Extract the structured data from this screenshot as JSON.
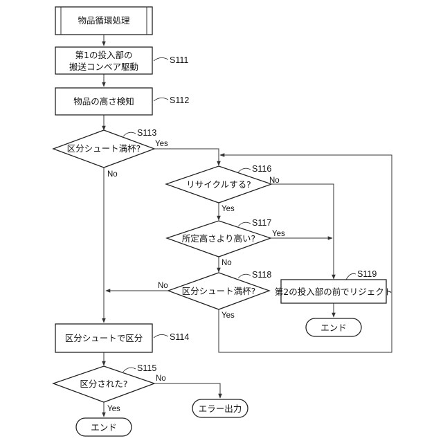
{
  "nodes": {
    "start": {
      "text": "物品循環処理"
    },
    "s111": {
      "line1": "第1の投入部の",
      "line2": "搬送コンベア駆動",
      "step": "S111"
    },
    "s112": {
      "text": "物品の高さ検知",
      "step": "S112"
    },
    "s113": {
      "text": "区分シュート満杯?",
      "step": "S113"
    },
    "s116": {
      "text": "リサイクルする?",
      "step": "S116"
    },
    "s117": {
      "text": "所定高さより高い?",
      "step": "S117"
    },
    "s118": {
      "text": "区分シュート満杯?",
      "step": "S118"
    },
    "s119": {
      "text": "第2の投入部の前でリジェクト",
      "step": "S119"
    },
    "end1": {
      "text": "エンド"
    },
    "s114": {
      "text": "区分シュートで区分",
      "step": "S114"
    },
    "s115": {
      "text": "区分された?",
      "step": "S115"
    },
    "end2": {
      "text": "エンド"
    },
    "error": {
      "text": "エラー出力"
    }
  },
  "labels": {
    "yes": "Yes",
    "no": "No"
  }
}
